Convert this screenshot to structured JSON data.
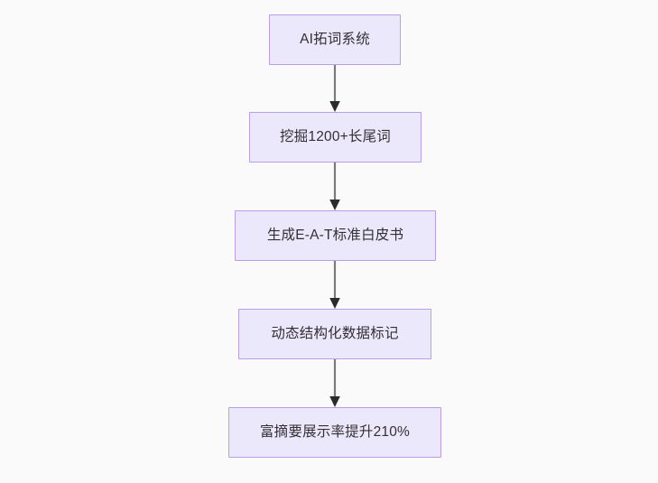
{
  "diagram": {
    "type": "flowchart",
    "orientation": "vertical-top-down",
    "background_color": "#fafafa",
    "node_fill_color": "#ece8fb",
    "node_border_color": "#b79ee6",
    "node_text_color": "#332f35",
    "edge_color": "#7a7a7a",
    "arrowhead_color": "#2b2b2b",
    "nodes": [
      {
        "id": "n1",
        "label": "AI拓词系统"
      },
      {
        "id": "n2",
        "label": "挖掘1200+长尾词"
      },
      {
        "id": "n3",
        "label": "生成E-A-T标准白皮书"
      },
      {
        "id": "n4",
        "label": "动态结构化数据标记"
      },
      {
        "id": "n5",
        "label": "富摘要展示率提升210%"
      }
    ],
    "edges": [
      {
        "from": "n1",
        "to": "n2",
        "label": ""
      },
      {
        "from": "n2",
        "to": "n3",
        "label": ""
      },
      {
        "from": "n3",
        "to": "n4",
        "label": ""
      },
      {
        "from": "n4",
        "to": "n5",
        "label": ""
      }
    ]
  }
}
